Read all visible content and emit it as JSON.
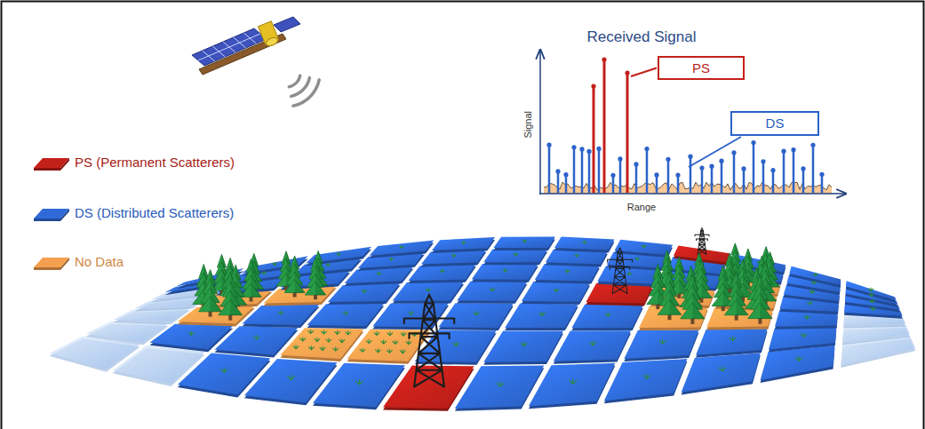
{
  "diagram": {
    "nodes": [
      {
        "text": [
          "PS"
        ]
      },
      {
        "text": [
          "DS"
        ]
      }
    ],
    "labels": [
      "Received Signal",
      "Signal",
      "Range"
    ],
    "legend": [
      {
        "text": "PS (Permanent Scatterers)",
        "color": "#c4201a"
      },
      {
        "text": "DS (Distributed Scatterers)",
        "color": "#2f6ad8"
      },
      {
        "text": "No Data",
        "color": "#f4a04e"
      }
    ]
  }
}
